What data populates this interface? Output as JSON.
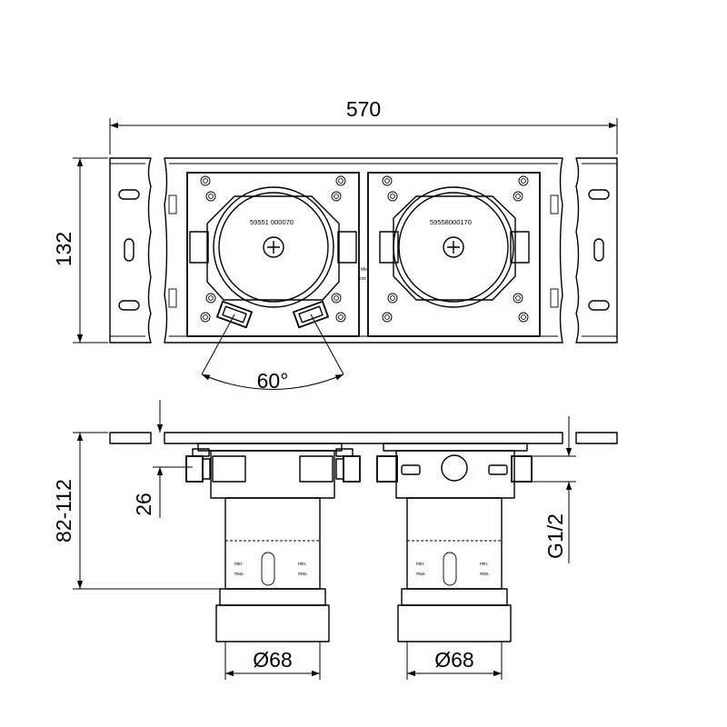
{
  "dimensions": {
    "overall_width": "570",
    "height_top_view": "132",
    "angle": "60°",
    "installation_depth": "82-112",
    "offset": "26",
    "thread": "G1/2",
    "diameter_left": "Ø68",
    "diameter_right": "Ø68"
  },
  "part_numbers": {
    "left": "59551 000070",
    "right": "59558000170"
  },
  "labels": {
    "left_cut": "Me",
    "left_cut2": "inst",
    "min": "min.",
    "max": "max."
  }
}
